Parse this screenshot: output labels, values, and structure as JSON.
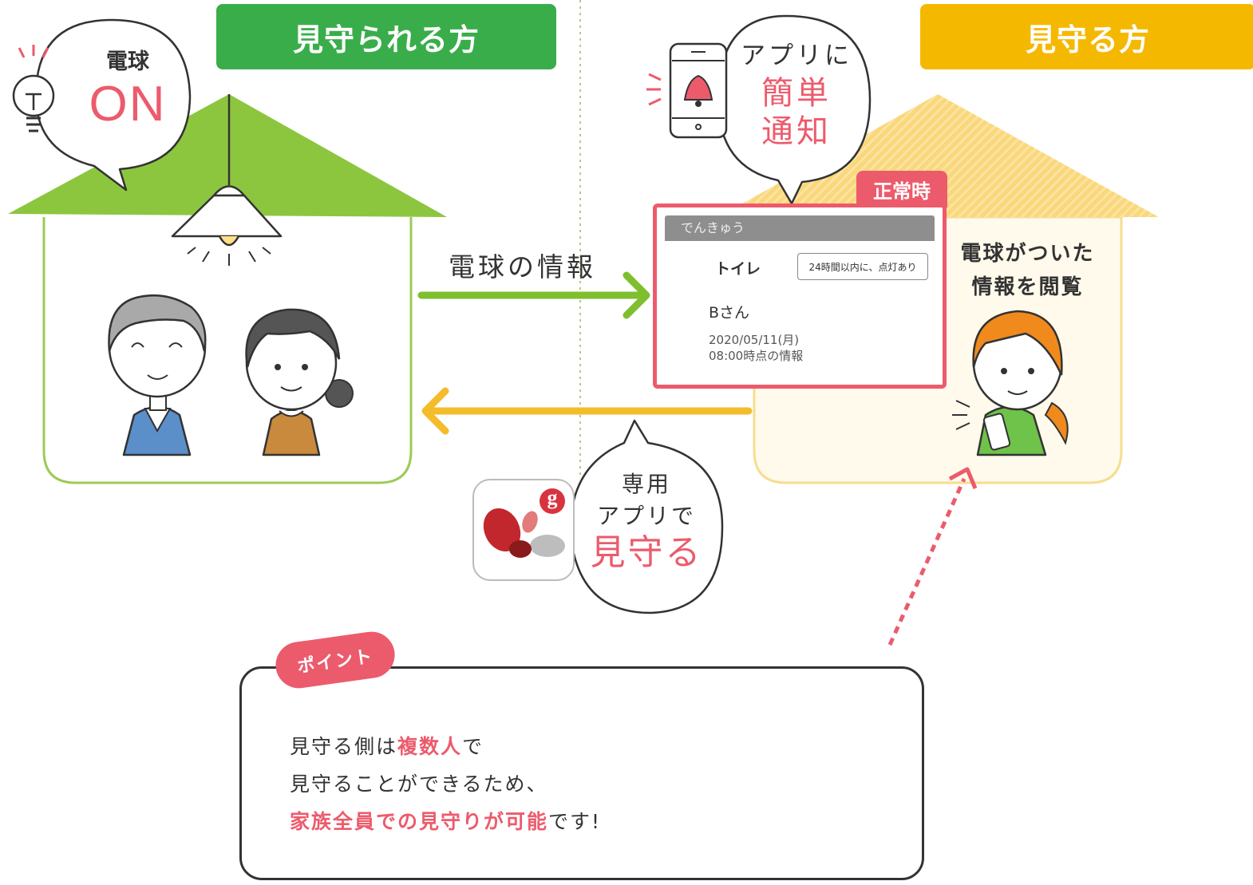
{
  "labels": {
    "watched": "見守られる方",
    "watcher": "見守る方"
  },
  "bulb_bubble": {
    "line1": "電球",
    "line2": "ON"
  },
  "app_bubble": {
    "line1": "アプリに",
    "line2": "簡単",
    "line3": "通知"
  },
  "flow": {
    "info_label": "電球の情報"
  },
  "view_label": {
    "line1": "電球がついた",
    "line2": "情報を閲覧"
  },
  "dedicated_bubble": {
    "line1": "専用",
    "line2": "アプリで",
    "line3": "見守る"
  },
  "card": {
    "badge": "正常時",
    "header": "でんきゅう",
    "location": "トイレ",
    "tag": "24時間以内に、点灯あり",
    "person": "Bさん",
    "date": "2020/05/11(月)",
    "time": "08:00時点の情報"
  },
  "app_icon_letter": "g",
  "point": {
    "badge": "ポイント",
    "line1_a": "見守る側は",
    "line1_b": "複数人",
    "line1_c": "で",
    "line2": "見守ることができるため、",
    "line3_a": "家族全員での見守りが可能",
    "line3_b": "です!"
  },
  "colors": {
    "green": "#3aad4b",
    "yellow": "#f5b800",
    "red": "#ec5b6c",
    "roof_green": "#8cc63f",
    "roof_yellow": "#f9d36b"
  }
}
